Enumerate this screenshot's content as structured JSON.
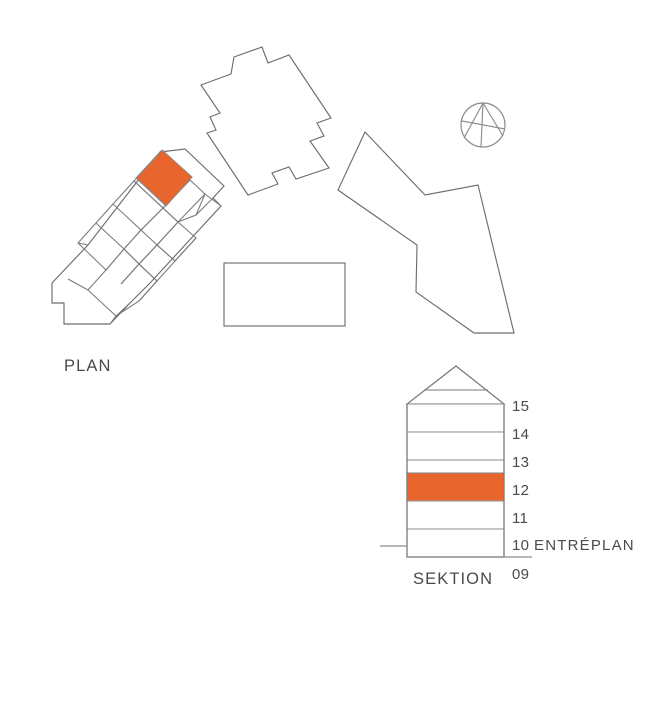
{
  "diagram": {
    "type": "apartment-location-plan",
    "background_color": "#ffffff",
    "highlight_color": "#E8662E",
    "outline_color": "#6e6e6e",
    "text_color": "#4a4a4a"
  },
  "plan": {
    "caption": "PLAN",
    "highlighted_unit_color": "#E8662E",
    "buildings": [
      {
        "name": "main-building",
        "highlighted": true
      },
      {
        "name": "north-building",
        "highlighted": false
      },
      {
        "name": "east-building",
        "highlighted": false
      },
      {
        "name": "center-building",
        "highlighted": false
      }
    ]
  },
  "compass": {
    "icon": "compass-rose-icon",
    "label": ""
  },
  "section": {
    "caption": "SEKTION",
    "highlight_color": "#E8662E",
    "floors": [
      {
        "number": "15",
        "name": "",
        "highlighted": false
      },
      {
        "number": "14",
        "name": "",
        "highlighted": false
      },
      {
        "number": "13",
        "name": "",
        "highlighted": false
      },
      {
        "number": "12",
        "name": "",
        "highlighted": true
      },
      {
        "number": "11",
        "name": "",
        "highlighted": false
      },
      {
        "number": "10",
        "name": "ENTRÉPLAN",
        "highlighted": false
      },
      {
        "number": "09",
        "name": "",
        "highlighted": false
      }
    ]
  }
}
